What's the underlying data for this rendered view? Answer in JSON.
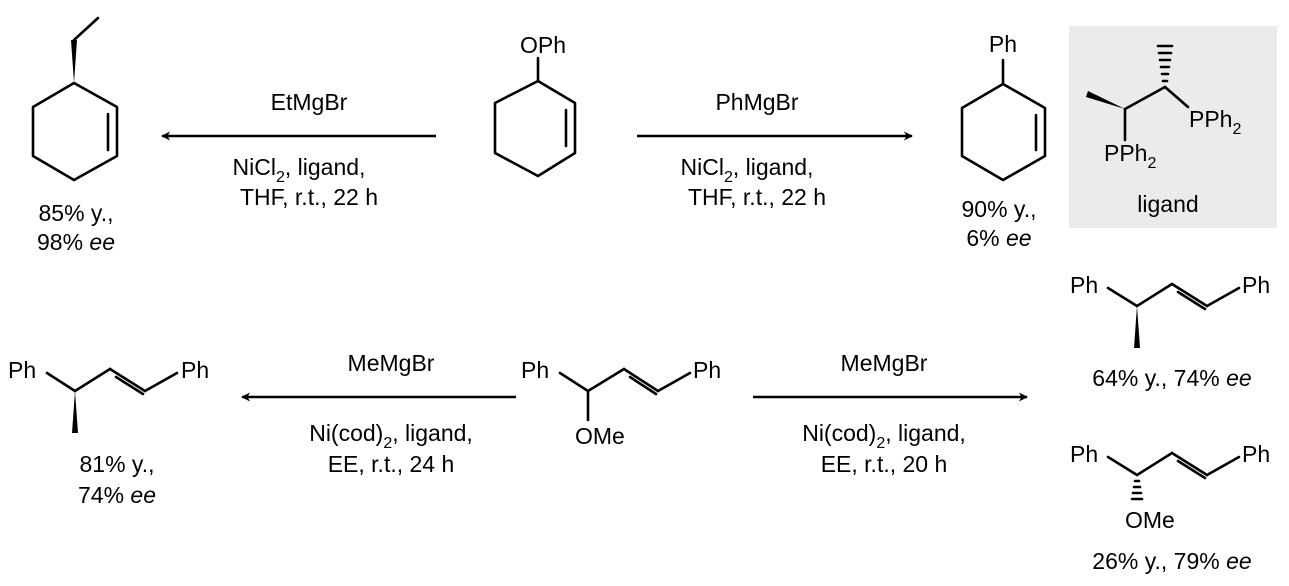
{
  "colors": {
    "ink": "#000000",
    "background": "#ffffff",
    "ligand_box": "#ebebeb"
  },
  "top": {
    "start_material": {
      "substituent": "OPh"
    },
    "left_reaction": {
      "reagent": "EtMgBr",
      "conditions_line1": [
        "NiCl",
        "2",
        ", ligand,"
      ],
      "conditions_line2": "THF, r.t., 22 h",
      "product_yield": "85% y.,",
      "product_ee_value": "98% ",
      "product_ee_unit": "ee"
    },
    "right_reaction": {
      "reagent": "PhMgBr",
      "conditions_line1": [
        "NiCl",
        "2",
        ", ligand,"
      ],
      "conditions_line2": "THF, r.t., 22 h",
      "product_substituent": "Ph",
      "product_yield": "90% y.,",
      "product_ee_value": "6% ",
      "product_ee_unit": "ee"
    },
    "ligand": {
      "phosphine_1": [
        "PPh",
        "2"
      ],
      "phosphine_2": [
        "PPh",
        "2"
      ],
      "caption": "ligand"
    }
  },
  "bottom": {
    "start_material": {
      "left_group": "Ph",
      "right_group": "Ph",
      "ether": "OMe"
    },
    "left_reaction": {
      "reagent": "MeMgBr",
      "conditions_line1": [
        "Ni(cod)",
        "2",
        ", ligand,"
      ],
      "conditions_line2": "EE, r.t., 24 h",
      "product_left": "Ph",
      "product_right": "Ph",
      "product_yield": "81% y.,",
      "product_ee_value": "74% ",
      "product_ee_unit": "ee"
    },
    "right_reaction": {
      "reagent": "MeMgBr",
      "conditions_line1": [
        "Ni(cod)",
        "2",
        ", ligand,"
      ],
      "conditions_line2": "EE, r.t., 20 h",
      "product_a": {
        "left": "Ph",
        "right": "Ph",
        "result_value": "64% y., 74% ",
        "result_unit": "ee"
      },
      "product_b": {
        "left": "Ph",
        "right": "Ph",
        "ether": "OMe",
        "result_value": "26% y., 79% ",
        "result_unit": "ee"
      }
    }
  }
}
